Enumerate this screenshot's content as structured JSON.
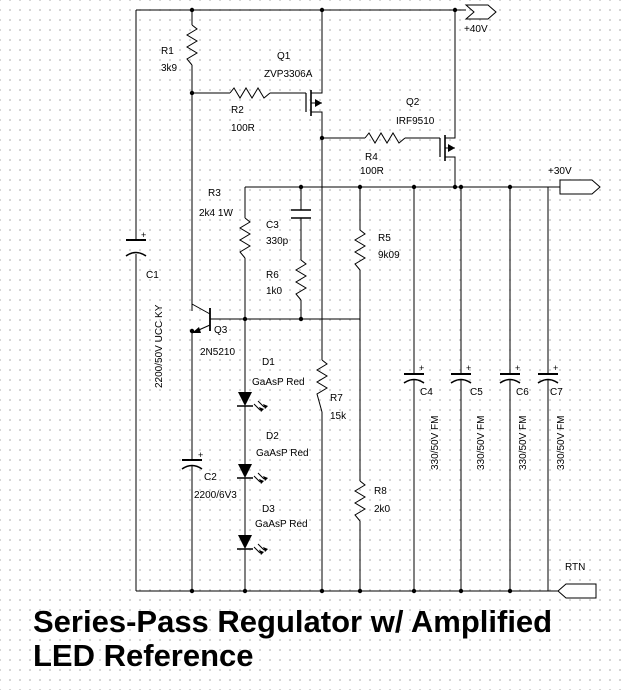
{
  "title_line1": "Series-Pass Regulator w/ Amplified",
  "title_line2": "LED Reference",
  "rails": {
    "v40": "+40V",
    "v30": "+30V",
    "rtn": "RTN"
  },
  "components": {
    "R1": {
      "ref": "R1",
      "value": "3k9"
    },
    "R2": {
      "ref": "R2",
      "value": "100R"
    },
    "R3": {
      "ref": "R3",
      "value": "2k4 1W"
    },
    "R4": {
      "ref": "R4",
      "value": "100R"
    },
    "R5": {
      "ref": "R5",
      "value": "9k09"
    },
    "R6": {
      "ref": "R6",
      "value": "1k0"
    },
    "R7": {
      "ref": "R7",
      "value": "15k"
    },
    "R8": {
      "ref": "R8",
      "value": "2k0"
    },
    "C1": {
      "ref": "C1",
      "value": "2200/50V UCC KY"
    },
    "C2": {
      "ref": "C2",
      "value": "2200/6V3"
    },
    "C3": {
      "ref": "C3",
      "value": "330p"
    },
    "C4": {
      "ref": "C4",
      "value": "330/50V FM"
    },
    "C5": {
      "ref": "C5",
      "value": "330/50V FM"
    },
    "C6": {
      "ref": "C6",
      "value": "330/50V FM"
    },
    "C7": {
      "ref": "C7",
      "value": "330/50V FM"
    },
    "Q1": {
      "ref": "Q1",
      "value": "ZVP3306A"
    },
    "Q2": {
      "ref": "Q2",
      "value": "IRF9510"
    },
    "Q3": {
      "ref": "Q3",
      "value": "2N5210"
    },
    "D1": {
      "ref": "D1",
      "value": "GaAsP Red"
    },
    "D2": {
      "ref": "D2",
      "value": "GaAsP Red"
    },
    "D3": {
      "ref": "D3",
      "value": "GaAsP Red"
    }
  }
}
